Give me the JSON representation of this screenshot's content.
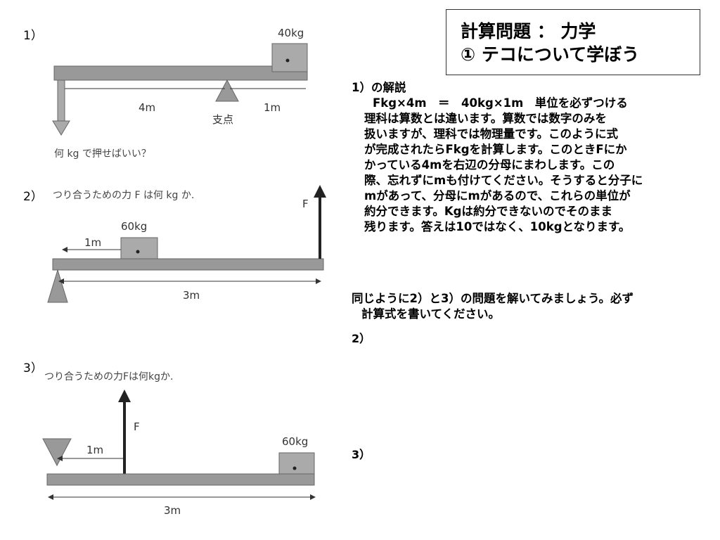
{
  "title": {
    "line1": "計算問題 ： 力学",
    "line2": "① テコについて学ぼう"
  },
  "problems": {
    "p1": {
      "label": "1）",
      "weight": "40kg",
      "dist_left": "4m",
      "dist_right": "1m",
      "fulcrum": "支点",
      "question": "何 kg で押せばいい？"
    },
    "p2": {
      "label": "2）",
      "question": "つり合うための力 F は何 kg か.",
      "weight": "60kg",
      "dist_short": "1m",
      "dist_total": "3m",
      "force": "F"
    },
    "p3": {
      "label": "3）",
      "question": "つり合うための力Fは何kgか.",
      "weight": "60kg",
      "dist_short": "1m",
      "dist_total": "3m",
      "force": "F"
    }
  },
  "explanation": {
    "heading": "1）の解説",
    "equation": "Fkg×4m　＝　40kg×1m　単位を必ずつける",
    "lines": [
      "理科は算数とは違います。算数では数字のみを",
      "扱いますが、理科では物理量です。このように式",
      "が完成されたらFkgを計算します。このときFにか",
      "かっている4mを右辺の分母にまわします。この",
      "際、忘れずにmも付けてください。そうすると分子に",
      "mがあって、分母にmがあるので、これらの単位が",
      "約分できます。Kgは約分できないのでそのまま",
      "残ります。答えは10ではなく、10kgとなります。"
    ]
  },
  "instruction": {
    "line1": "同じように2）と3）の問題を解いてみましょう。必ず",
    "line2": "計算式を書いてください。"
  },
  "answers": {
    "a2": "2）",
    "a3": "3）"
  }
}
